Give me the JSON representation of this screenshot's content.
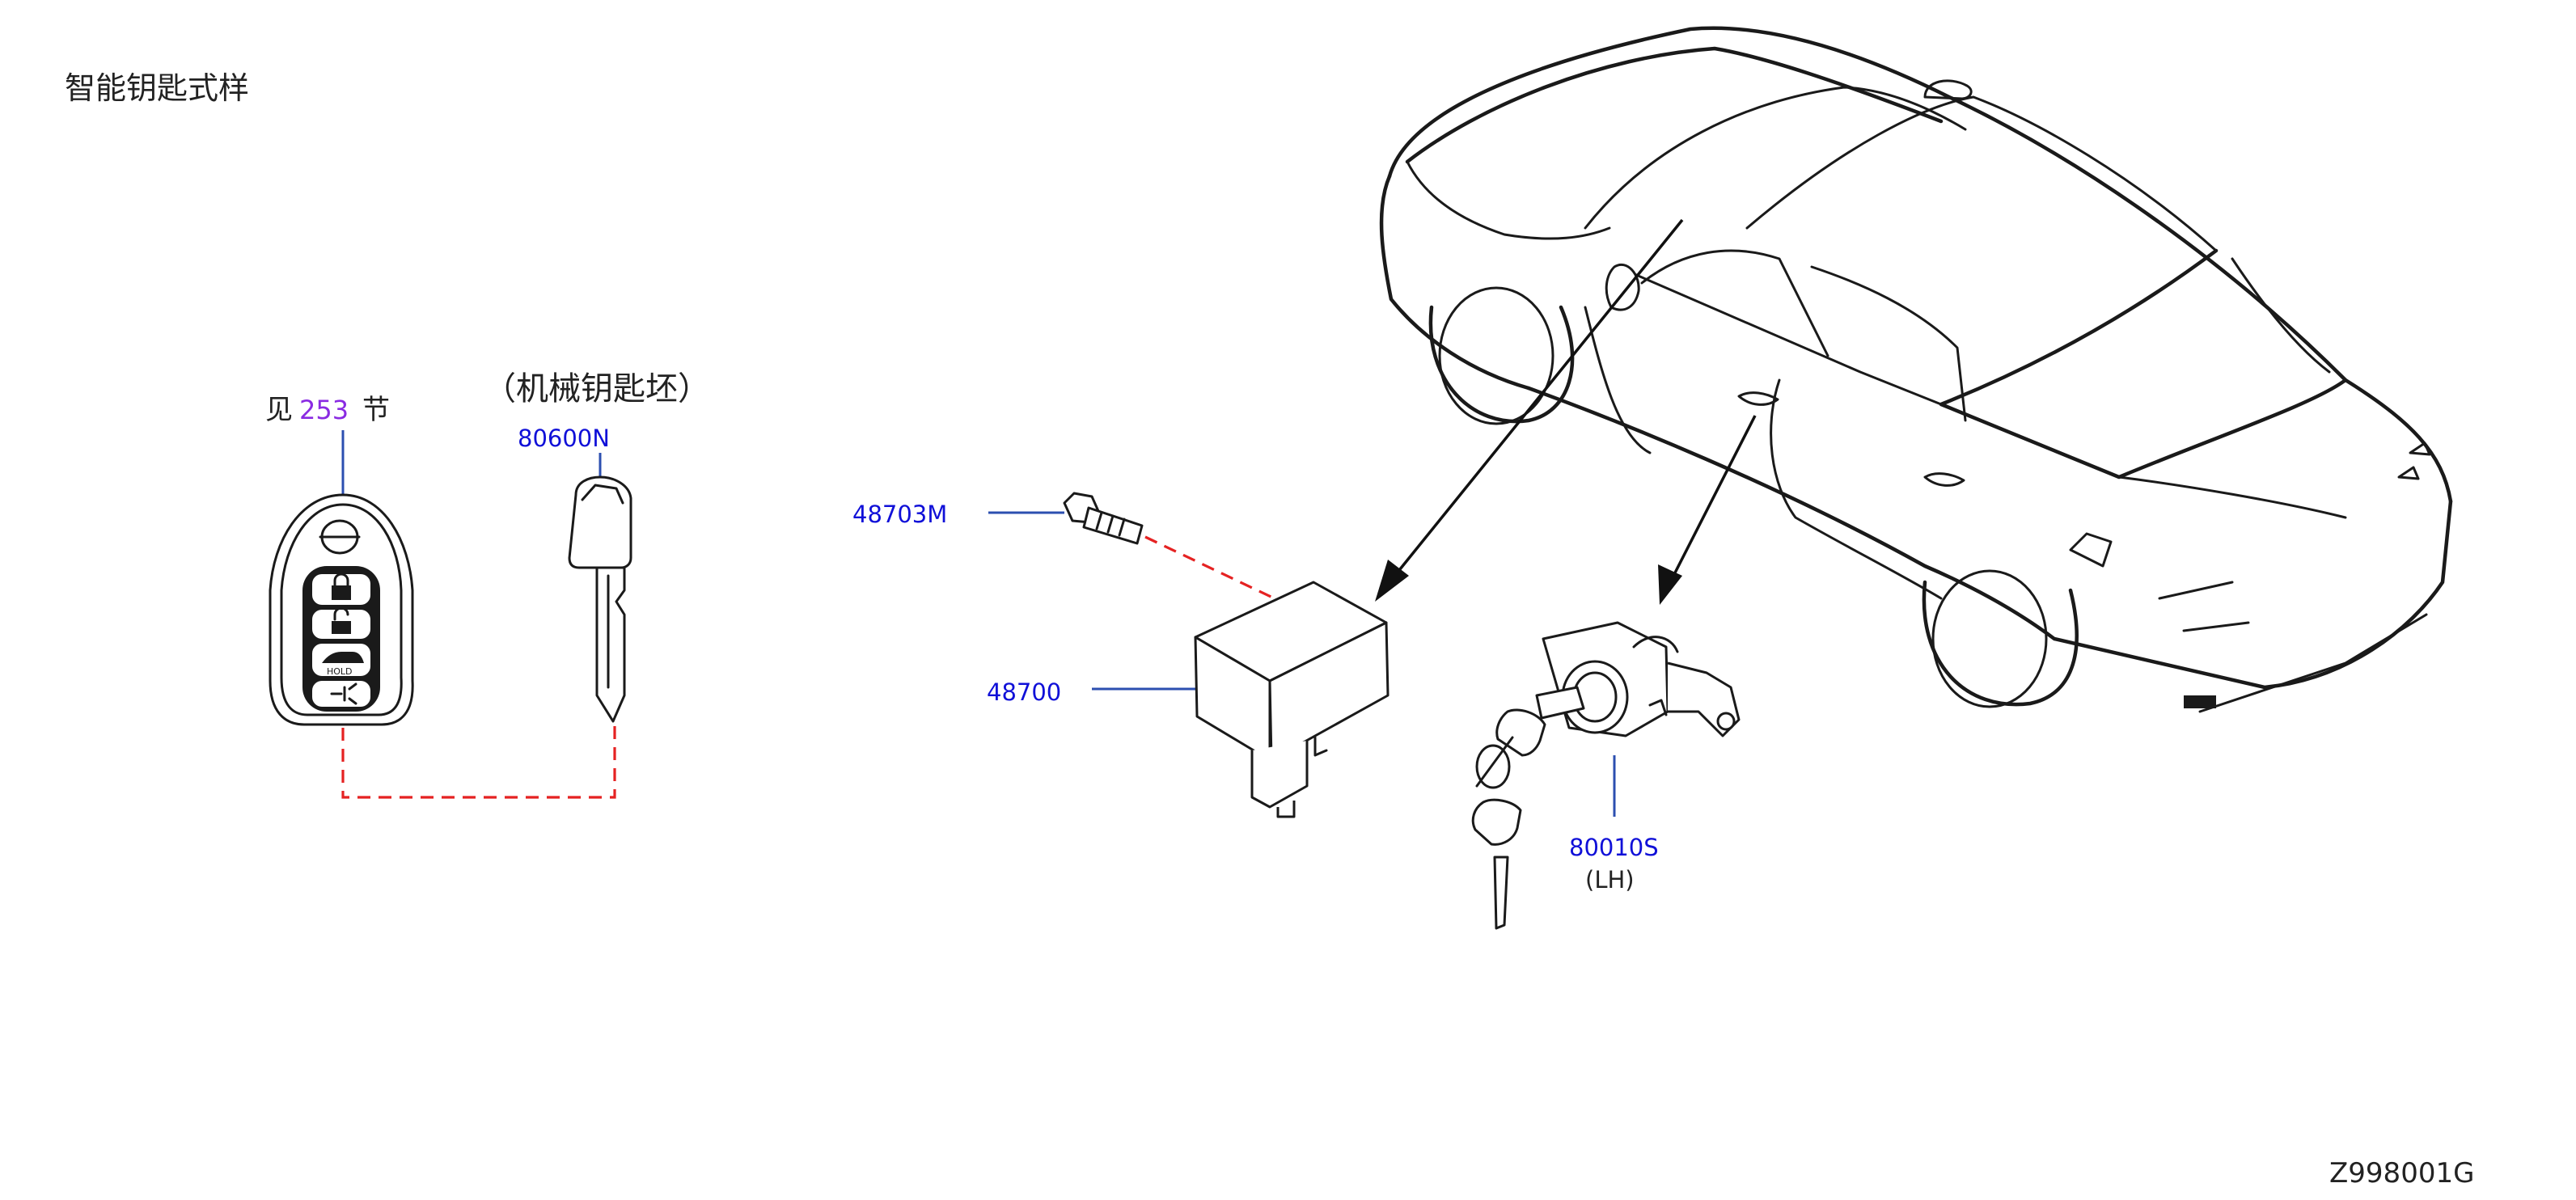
{
  "title": "智能钥匙式样",
  "ref_note": {
    "prefix": "见",
    "section": "253",
    "suffix": "节"
  },
  "blank_key_caption": "（机械钥匙坯）",
  "parts": {
    "blank_key": "80600N",
    "bolt": "48703M",
    "module": "48700",
    "door_lock": "80010S",
    "door_lock_side": "(LH)"
  },
  "fob_hold_text": "HOLD",
  "diagram_code": "Z998001G",
  "colors": {
    "part_number": "#1010d8",
    "section_link": "#8a2be2",
    "leader_line": "#2c4fb0",
    "dashed_link": "#e52222"
  }
}
